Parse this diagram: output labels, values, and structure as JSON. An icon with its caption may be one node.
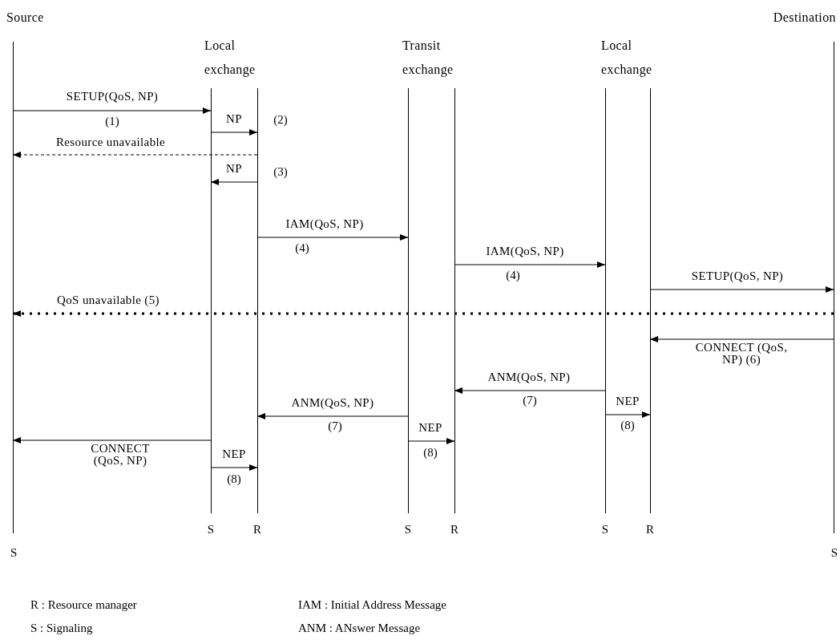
{
  "diagram": {
    "nodes": [
      {
        "text": [
          "Source",
          "S"
        ]
      },
      {
        "text": [
          "Local exchange"
        ]
      },
      {
        "text": [
          "S"
        ],
        "in": 1
      },
      {
        "text": [
          "R"
        ],
        "in": 1
      },
      {
        "text": [
          "Transit exchange"
        ]
      },
      {
        "text": [
          "S"
        ],
        "in": 4
      },
      {
        "text": [
          "R"
        ],
        "in": 4
      },
      {
        "text": [
          "Local exchange"
        ]
      },
      {
        "text": [
          "S"
        ],
        "in": 7
      },
      {
        "text": [
          "R"
        ],
        "in": 7
      },
      {
        "text": [
          "Destination",
          "S"
        ]
      }
    ],
    "edges": [
      {
        "from": 0,
        "to": 2,
        "arrow": "to",
        "label": "SETUP(QoS, NP)"
      },
      {
        "from": 2,
        "to": 3,
        "arrow": "to",
        "label": "NP"
      },
      {
        "from": 3,
        "to": 0,
        "arrow": "to",
        "label": "Resource unavailable",
        "style": "dashed"
      },
      {
        "from": 3,
        "to": 2,
        "arrow": "to",
        "label": "NP"
      },
      {
        "from": 3,
        "to": 5,
        "arrow": "to",
        "label": "IAM(QoS, NP)"
      },
      {
        "from": 6,
        "to": 8,
        "arrow": "to",
        "label": "IAM(QoS, NP)"
      },
      {
        "from": 9,
        "to": 10,
        "arrow": "to",
        "label": "SETUP(QoS, NP)"
      },
      {
        "from": 10,
        "to": 0,
        "arrow": "to",
        "label": "QoS unavailable (5)",
        "style": "dashed"
      },
      {
        "from": 10,
        "to": 9,
        "arrow": "to",
        "label": "CONNECT (QoS, NP) (6)"
      },
      {
        "from": 8,
        "to": 6,
        "arrow": "to",
        "label": "ANM(QoS, NP)"
      },
      {
        "from": 8,
        "to": 9,
        "arrow": "to",
        "label": "NEP"
      },
      {
        "from": 5,
        "to": 3,
        "arrow": "to",
        "label": "ANM(QoS, NP)"
      },
      {
        "from": 2,
        "to": 0,
        "arrow": "to",
        "label": "CONNECT (QoS, NP)"
      },
      {
        "from": 5,
        "to": 6,
        "arrow": "to",
        "label": "NEP"
      },
      {
        "from": 2,
        "to": 3,
        "arrow": "to",
        "label": "NEP"
      }
    ],
    "labels": [
      "(1)",
      "(2)",
      "(3)",
      "(4)",
      "(4)",
      "(7)",
      "(7)",
      "(8)",
      "(8)",
      "(8)",
      "R : Resource manager",
      "IAM : Initial Address Message",
      "S : Signaling",
      "ANM : ANswer Message"
    ]
  }
}
